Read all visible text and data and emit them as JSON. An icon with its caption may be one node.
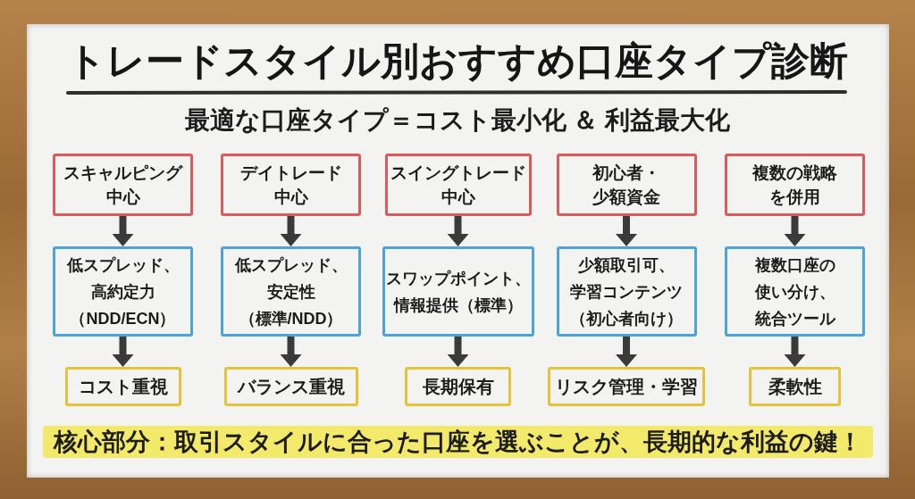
{
  "diagram": {
    "title": "トレードスタイル別おすすめ口座タイプ診断",
    "nodes": [
      {
        "text": [
          "スキャルピング中心"
        ]
      },
      {
        "text": [
          "デイトレード中心"
        ]
      },
      {
        "text": [
          "スイングトレード中心"
        ]
      },
      {
        "text": [
          "初心者・少額資金"
        ]
      },
      {
        "text": [
          "複数の戦略を併用"
        ]
      },
      {
        "text": [
          "低スプレッド、高約定力（NDD/ECN）"
        ]
      },
      {
        "text": [
          "低スプレッド、安定性（標準/NDD）"
        ]
      },
      {
        "text": [
          "スワップポイント、情報提供（標準）"
        ]
      },
      {
        "text": [
          "少額取引可、学習コンテンツ（初心者向け）"
        ]
      },
      {
        "text": [
          "複数口座の使い分け、統合ツール"
        ]
      },
      {
        "text": [
          "コスト重視"
        ]
      },
      {
        "text": [
          "バランス重視"
        ]
      },
      {
        "text": [
          "長期保有"
        ]
      },
      {
        "text": [
          "リスク管理・学習"
        ]
      },
      {
        "text": [
          "柔軟性"
        ]
      }
    ],
    "edges": [
      {
        "from": 0,
        "to": 5,
        "arrow": "to"
      },
      {
        "from": 5,
        "to": 10,
        "arrow": "to"
      },
      {
        "from": 1,
        "to": 6,
        "arrow": "to"
      },
      {
        "from": 6,
        "to": 11,
        "arrow": "to"
      },
      {
        "from": 2,
        "to": 7,
        "arrow": "to"
      },
      {
        "from": 7,
        "to": 12,
        "arrow": "to"
      },
      {
        "from": 3,
        "to": 8,
        "arrow": "to"
      },
      {
        "from": 8,
        "to": 13,
        "arrow": "to"
      },
      {
        "from": 4,
        "to": 9,
        "arrow": "to"
      },
      {
        "from": 9,
        "to": 14,
        "arrow": "to"
      }
    ],
    "labels": [
      "最適な口座タイプ＝コスト最小化 ＆ 利益最大化",
      "核心部分：取引スタイルに合った口座を選ぶことが、長期的な利益の鍵！"
    ]
  }
}
